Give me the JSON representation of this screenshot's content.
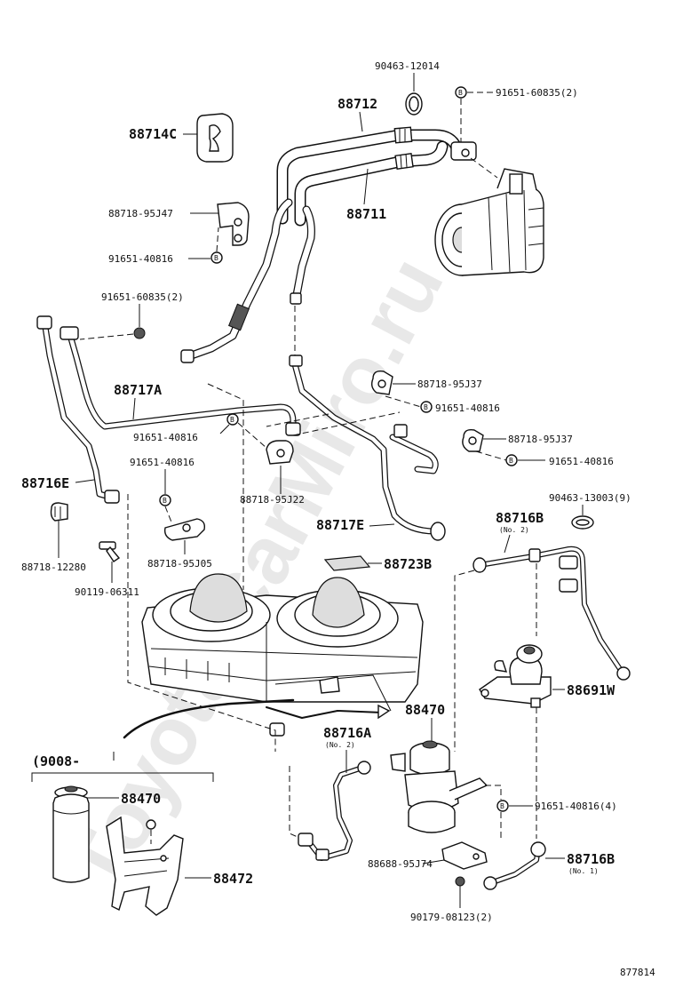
{
  "diagram_id": "877814",
  "watermark": "Toyota-CarMiro.ru",
  "callouts": {
    "c90463_12014": "90463-12014",
    "c91651_60835_top": "91651-60835(2)",
    "c88712": "88712",
    "c88714C": "88714C",
    "c88711": "88711",
    "c88718_95J47": "88718-95J47",
    "c91651_40816_a": "91651-40816",
    "c91651_60835_left": "91651-60835(2)",
    "c88717A": "88717A",
    "c91651_40816_b": "91651-40816",
    "c88718_95J37_a": "88718-95J37",
    "c91651_40816_c": "91651-40816",
    "c88718_95J37_b": "88718-95J37",
    "c91651_40816_d": "91651-40816",
    "c91651_40816_e": "91651-40816",
    "c88716E": "88716E",
    "c88718_95J22": "88718-95J22",
    "c90463_13003": "90463-13003(9)",
    "c88716B_top": "88716B",
    "c88716B_top_no": "(No. 2)",
    "c88717E": "88717E",
    "c88718_12280": "88718-12280",
    "c88718_95J05": "88718-95J05",
    "c88723B": "88723B",
    "c90119_06311": "90119-06311",
    "c88691W": "88691W",
    "c88470_mid": "88470",
    "c88716A": "88716A",
    "c88716A_no": "(No. 2)",
    "c9008": "(9008-",
    "c88470_left": "88470",
    "c91651_40816_4": "91651-40816(4)",
    "c88472": "88472",
    "c88688_95J74": "88688-95J74",
    "c88716B_bottom": "88716B",
    "c88716B_bottom_no": "(No. 1)",
    "c90179_08123": "90179-08123(2)"
  }
}
